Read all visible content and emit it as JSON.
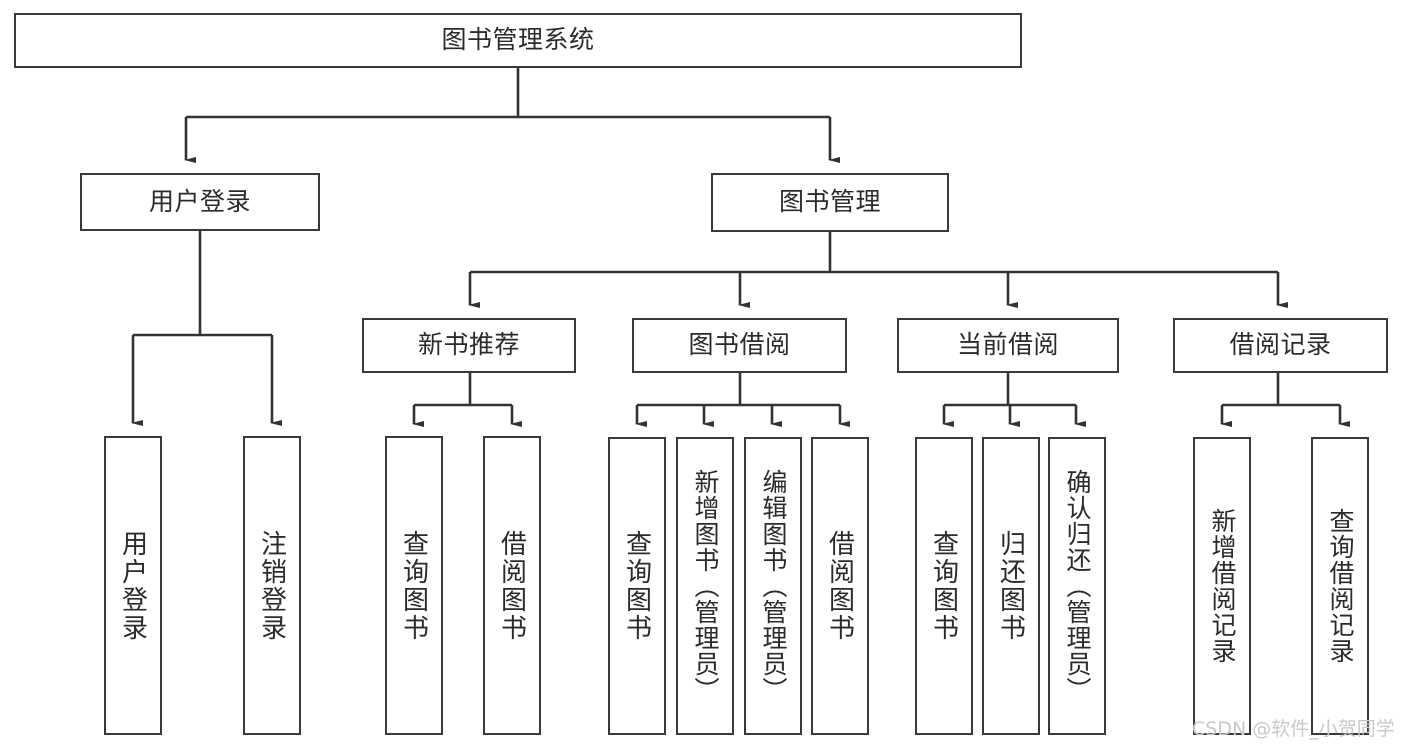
{
  "diagram": {
    "type": "tree-hierarchy",
    "title": "图书管理系统",
    "root": {
      "label": "图书管理系统"
    },
    "level2": [
      {
        "label": "用户登录"
      },
      {
        "label": "图书管理"
      }
    ],
    "level3": [
      {
        "label": "新书推荐"
      },
      {
        "label": "图书借阅"
      },
      {
        "label": "当前借阅"
      },
      {
        "label": "借阅记录"
      }
    ],
    "leaves": {
      "user_login": [
        {
          "label": "用户登录"
        },
        {
          "label": "注销登录"
        }
      ],
      "new_book_recommend": [
        {
          "label": "查询图书"
        },
        {
          "label": "借阅图书"
        }
      ],
      "book_borrow": [
        {
          "label": "查询图书"
        },
        {
          "label": "新增图书（管理员）"
        },
        {
          "label": "编辑图书（管理员）"
        },
        {
          "label": "借阅图书"
        }
      ],
      "current_borrow": [
        {
          "label": "查询图书"
        },
        {
          "label": "归还图书"
        },
        {
          "label": "确认归还（管理员）"
        }
      ],
      "borrow_records": [
        {
          "label": "新增借阅记录"
        },
        {
          "label": "查询借阅记录"
        }
      ]
    }
  },
  "watermark": {
    "text": "CSDN @软件_小贺同学"
  },
  "colors": {
    "background": "#ffffff",
    "box_border": "#3a3a3a",
    "text": "#2b2b2b",
    "connector": "#333333",
    "watermark": "#c9c9c9"
  }
}
